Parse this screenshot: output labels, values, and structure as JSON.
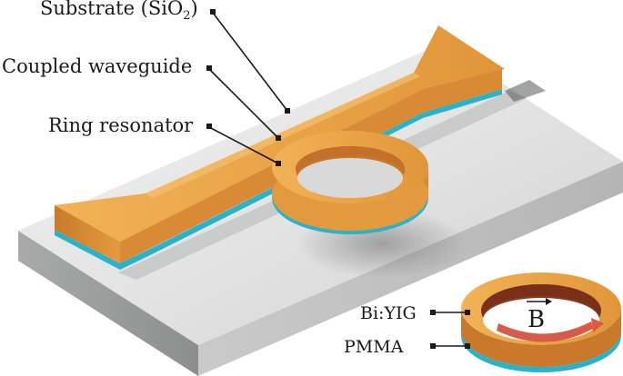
{
  "labels": {
    "substrate": "Substrate (SiO",
    "substrate_sub": "2",
    "substrate_close": ")",
    "coupled_waveguide": "Coupled waveguide",
    "ring_resonator": "Ring resonator",
    "bi_yig": "Bi:YIG",
    "pmma": "PMMA",
    "b_field": "B"
  },
  "colors": {
    "substrate_top": "#e4e5e4",
    "substrate_front": "#9a9c9b",
    "substrate_side": "#bebfbe",
    "bi_yig": "#e8a24a",
    "bi_yig_inner": "#8e3a20",
    "pmma": "#2ab3c8",
    "label_line": "#1a1a1a",
    "field_arrow": "#c83a2a"
  }
}
